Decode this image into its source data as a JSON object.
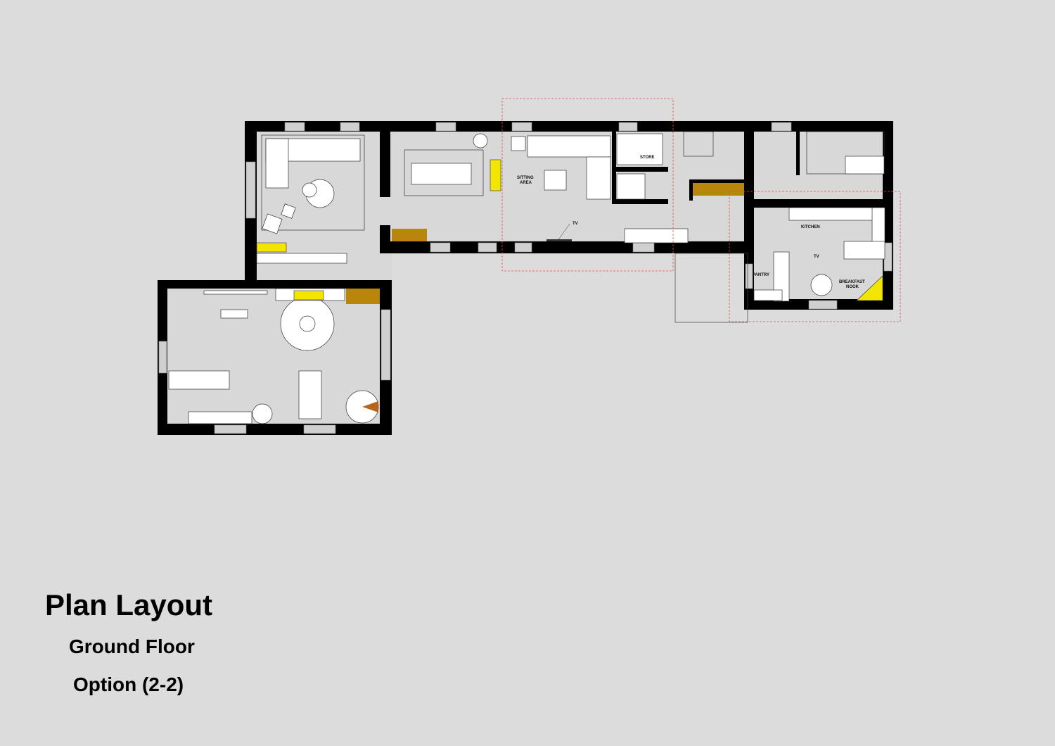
{
  "title": "Plan Layout",
  "subtitle": "Ground Floor",
  "option": "Option (2-2)",
  "rooms": {
    "sitting_area_line1": "SITTING",
    "sitting_area_line2": "AREA",
    "store": "STORE",
    "tv_living": "TV",
    "kitchen": "KITCHEN",
    "pantry": "PANTRY",
    "tv_kitchen": "TV",
    "breakfast_nook_line1": "BREAKFAST",
    "breakfast_nook_line2": "NOOK"
  },
  "colors": {
    "background": "#dcdcdc",
    "wall": "#000000",
    "floor": "#d8d8d8",
    "accent_yellow": "#f2e600",
    "accent_gold": "#b8860b",
    "highlight_dash": "#e05050"
  }
}
